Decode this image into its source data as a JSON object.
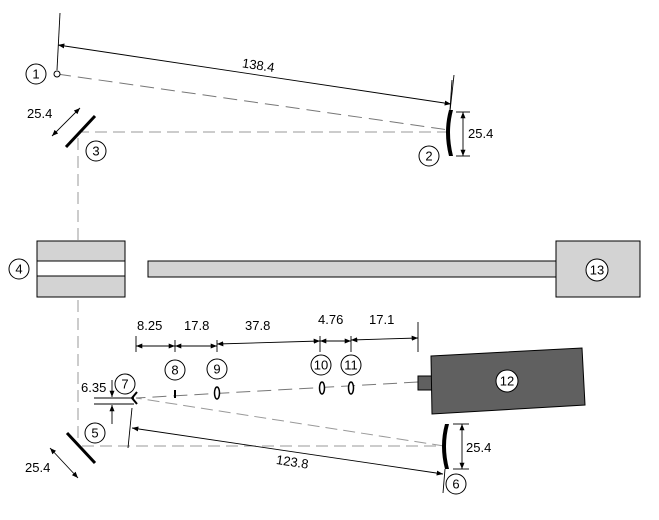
{
  "dimensions": {
    "d138": "138.4",
    "d25_mirror3": "25.4",
    "d25_mirror2": "25.4",
    "d825": "8.25",
    "d178": "17.8",
    "d378": "37.8",
    "d476": "4.76",
    "d171": "17.1",
    "d635": "6.35",
    "d25_mirror5": "25.4",
    "d25_mirror6": "25.4",
    "d1238": "123.8"
  },
  "components": {
    "c1": "1",
    "c2": "2",
    "c3": "3",
    "c4": "4",
    "c5": "5",
    "c6": "6",
    "c7": "7",
    "c8": "8",
    "c9": "9",
    "c10": "10",
    "c11": "11",
    "c12": "12",
    "c13": "13"
  },
  "colors": {
    "beam": "#777777",
    "box_light": "#d3d3d3",
    "box_dark": "#606060",
    "line": "#000000"
  }
}
